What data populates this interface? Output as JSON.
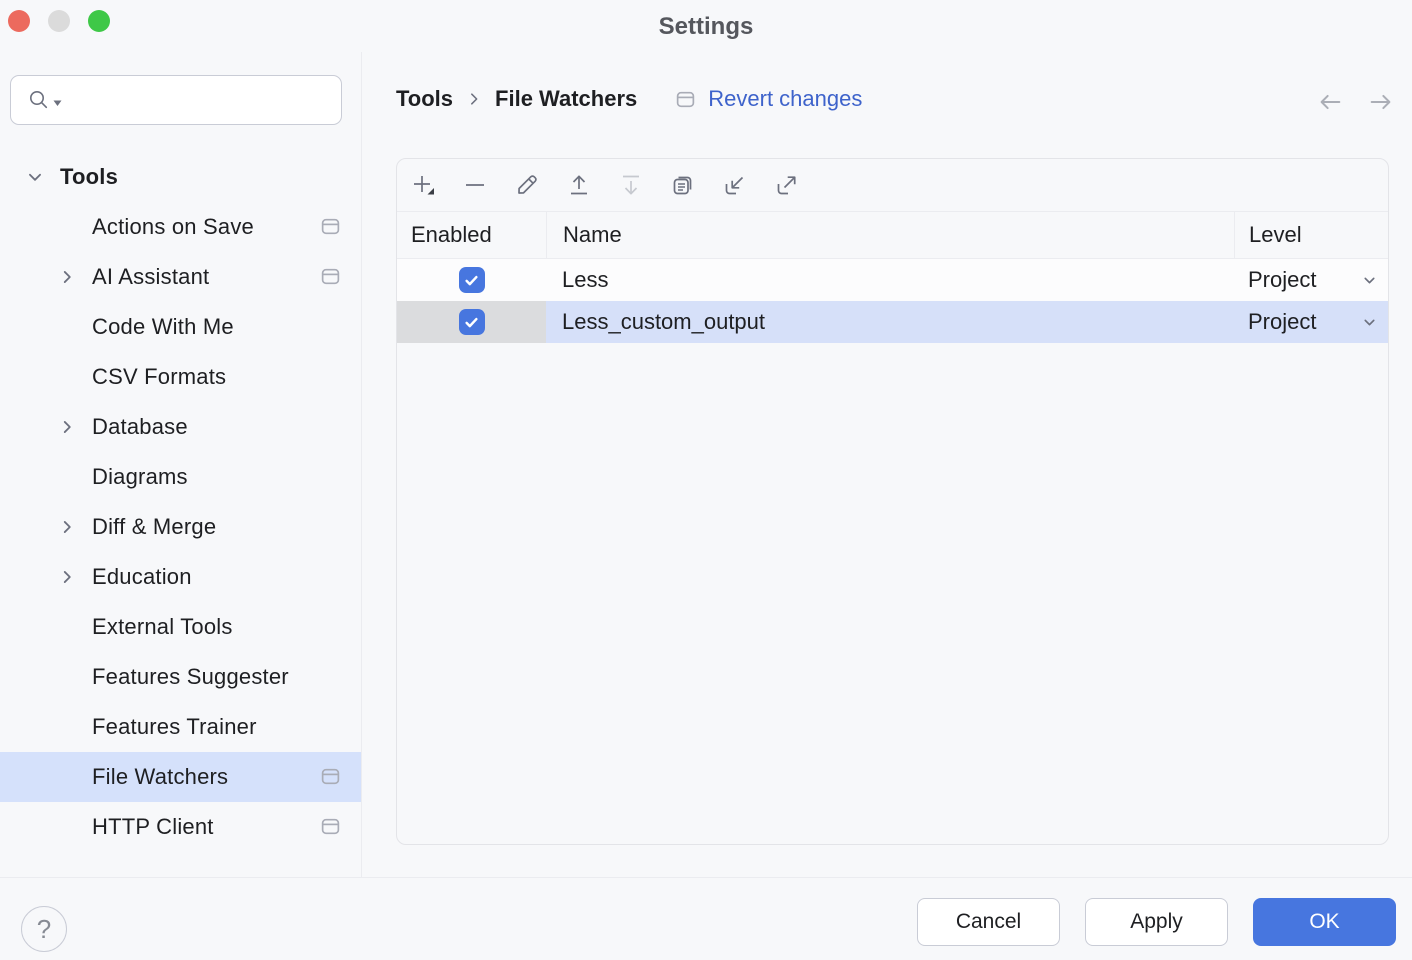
{
  "window": {
    "title": "Settings"
  },
  "colors": {
    "accent": "#4776DF",
    "link": "#3E63CB",
    "selection_row": "#D6E0F9",
    "selection_sidebar": "#D5E1FB",
    "background": "#F7F8FA"
  },
  "titlebar": {
    "close_icon": "red-circle",
    "minimize_icon": "gray-circle",
    "zoom_icon": "green-circle"
  },
  "sidebar": {
    "search": {
      "placeholder": "",
      "value": "",
      "icon": "search-icon-with-dropdown"
    },
    "tree": [
      {
        "label": "Tools",
        "chevron": "down",
        "has_icon": false,
        "selected": false
      },
      {
        "label": "Actions on Save",
        "chevron": "none",
        "has_icon": true,
        "selected": false
      },
      {
        "label": "AI Assistant",
        "chevron": "right",
        "has_icon": true,
        "selected": false
      },
      {
        "label": "Code With Me",
        "chevron": "none",
        "has_icon": false,
        "selected": false
      },
      {
        "label": "CSV Formats",
        "chevron": "none",
        "has_icon": false,
        "selected": false
      },
      {
        "label": "Database",
        "chevron": "right",
        "has_icon": false,
        "selected": false
      },
      {
        "label": "Diagrams",
        "chevron": "none",
        "has_icon": false,
        "selected": false
      },
      {
        "label": "Diff & Merge",
        "chevron": "right",
        "has_icon": false,
        "selected": false
      },
      {
        "label": "Education",
        "chevron": "right",
        "has_icon": false,
        "selected": false
      },
      {
        "label": "External Tools",
        "chevron": "none",
        "has_icon": false,
        "selected": false
      },
      {
        "label": "Features Suggester",
        "chevron": "none",
        "has_icon": false,
        "selected": false
      },
      {
        "label": "Features Trainer",
        "chevron": "none",
        "has_icon": false,
        "selected": false
      },
      {
        "label": "File Watchers",
        "chevron": "none",
        "has_icon": true,
        "selected": true
      },
      {
        "label": "HTTP Client",
        "chevron": "none",
        "has_icon": true,
        "selected": false
      }
    ]
  },
  "breadcrumb": {
    "parent": "Tools",
    "current": "File Watchers",
    "revert_label": "Revert changes"
  },
  "nav": {
    "back_icon": "arrow-left",
    "forward_icon": "arrow-right"
  },
  "toolbar_icons": [
    "add",
    "remove",
    "edit",
    "move-up",
    "move-down-disabled",
    "duplicate",
    "import",
    "export"
  ],
  "table": {
    "columns": [
      "Enabled",
      "Name",
      "Level"
    ],
    "rows": [
      {
        "enabled": true,
        "name": "Less",
        "level": "Project",
        "selected": false
      },
      {
        "enabled": true,
        "name": "Less_custom_output",
        "level": "Project",
        "selected": true
      }
    ]
  },
  "footer": {
    "cancel_label": "Cancel",
    "apply_label": "Apply",
    "ok_label": "OK",
    "help_glyph": "?"
  }
}
